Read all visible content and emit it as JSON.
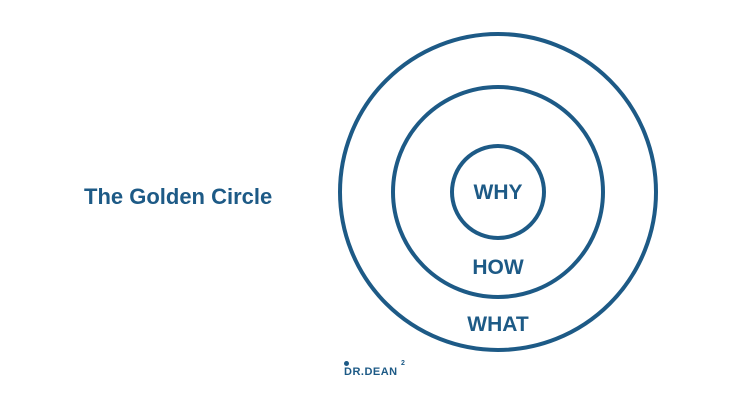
{
  "title": "The Golden Circle",
  "circles": {
    "inner": "WHY",
    "middle": "HOW",
    "outer": "WHAT"
  },
  "logo": {
    "text": "DR.DEAN",
    "superscript": "2"
  },
  "colors": {
    "primary": "#1d5a86",
    "background": "#ffffff"
  }
}
